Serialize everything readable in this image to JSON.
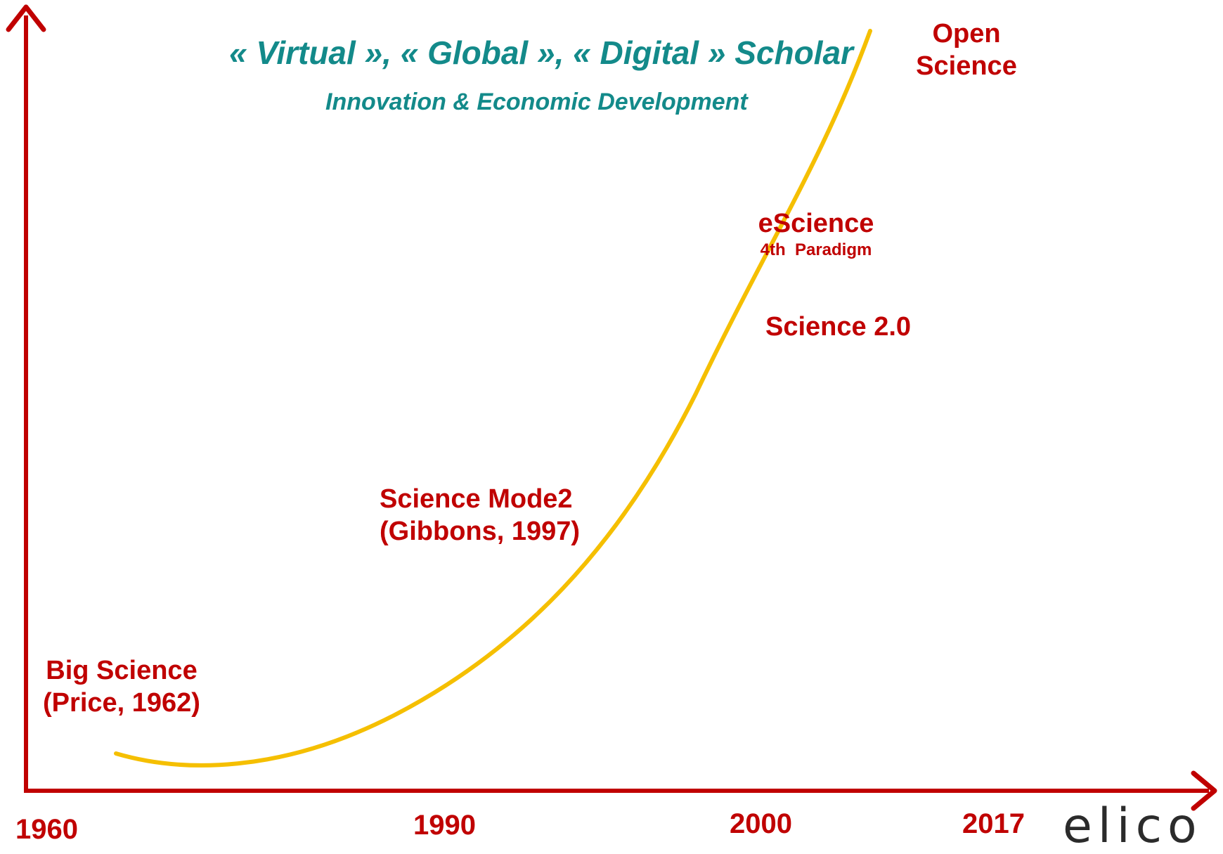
{
  "title": "« Virtual », « Global », « Digital » Scholar",
  "subtitle": "Innovation & Economic Development",
  "stages": [
    {
      "line1": "Big Science",
      "line2": "(Price, 1962)"
    },
    {
      "line1": "Science Mode2",
      "line2": "(Gibbons, 1997)"
    },
    {
      "line1": "Science 2.0"
    },
    {
      "line1": "eScience",
      "line2": "4th  Paradigm"
    },
    {
      "line1": "Open",
      "line2": "Science"
    }
  ],
  "years": [
    "1960",
    "1990",
    "2000",
    "2017"
  ],
  "logo": "elico",
  "colors": {
    "axis": "#c00000",
    "curve": "#f5bf00",
    "labels": "#c00000",
    "title": "#138a8a"
  }
}
